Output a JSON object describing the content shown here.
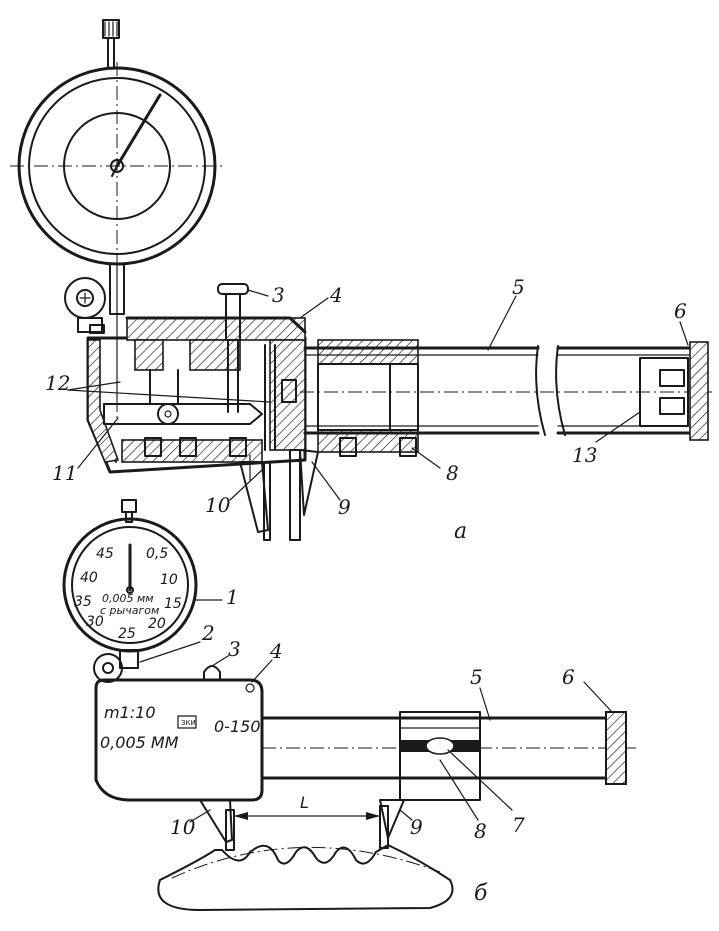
{
  "top_view": {
    "callouts": [
      "3",
      "4",
      "5",
      "6",
      "12",
      "11",
      "10",
      "9",
      "8",
      "13"
    ],
    "view_label": "а"
  },
  "bottom_view": {
    "callouts": [
      "1",
      "2",
      "3",
      "4",
      "5",
      "6",
      "10",
      "9",
      "8",
      "7"
    ],
    "dial_numbers": [
      "45",
      "0,5",
      "40",
      "10",
      "35",
      "15",
      "30",
      "20",
      "25"
    ],
    "dial_text_line1": "0,005 мм",
    "dial_text_line2": "с рычагом",
    "body_text_module": "m1:10",
    "body_text_precision": "0,005 ММ",
    "range_text": "0-150",
    "logo_text": "ЗКИ",
    "dimension_label": "L",
    "view_label": "б"
  }
}
